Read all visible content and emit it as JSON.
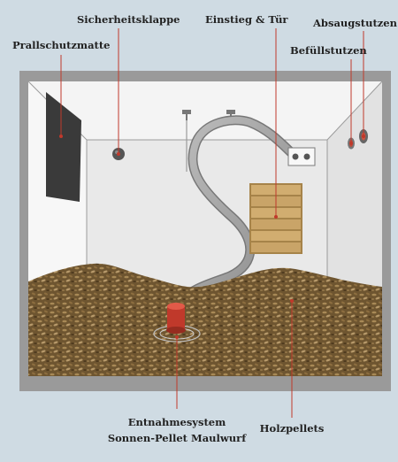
{
  "labels": {
    "prallschutzmatte": "Prallschutzmatte",
    "sicherheitsklappe": "Sicherheitsklappe",
    "einstieg": "Einstieg  & Tür",
    "absaugstutzen": "Absaugstutzen",
    "befuellstutzen": "Befüllstutzen",
    "entnahme_line1": "Entnahmesystem",
    "entnahme_line2": "Sonnen-Pellet Maulwurf",
    "holzpellets": "Holzpellets"
  },
  "colors": {
    "background": "#cfdbe3",
    "wall_light": "#f2f2f2",
    "wall_shade": "#dcdcdc",
    "frame": "#8c8c8c",
    "pellets": "#6e5530",
    "leader_line": "#c0392b",
    "door_wood": "#c9a468",
    "hose": "#9a9a9a",
    "mole_red": "#c0392b",
    "text": "#222222"
  }
}
